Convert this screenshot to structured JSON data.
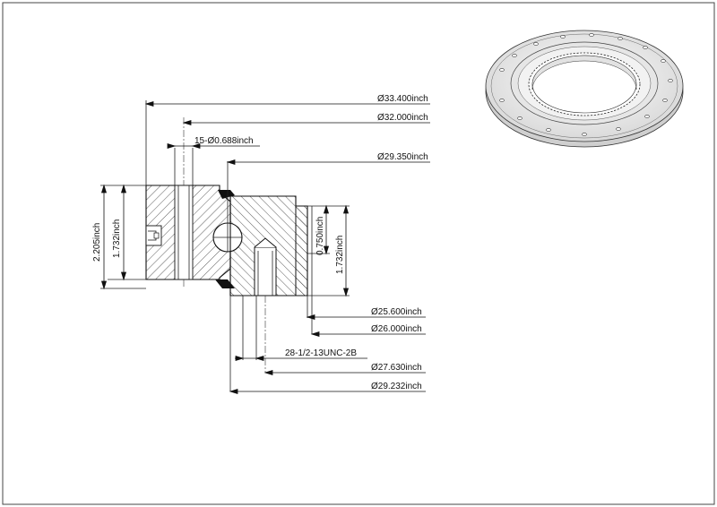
{
  "drawing": {
    "dimensions": {
      "outer_dia": "Ø33.400inch",
      "bolt_circle_outer": "Ø32.000inch",
      "mount_holes": "15-Ø0.688inch",
      "raceway_dia": "Ø29.350inch",
      "inner_dia": "Ø25.600inch",
      "inner_ring_dia": "Ø26.000inch",
      "tapped_holes": "28-1/2-13UNC-2B",
      "bolt_circle_inner": "Ø27.630inch",
      "inner_ring_outer": "Ø29.232inch",
      "total_height": "2.205inch",
      "outer_ring_height": "1.732inch",
      "inner_ring_height": "1.732inch",
      "gap_height": "0.750inch"
    }
  }
}
